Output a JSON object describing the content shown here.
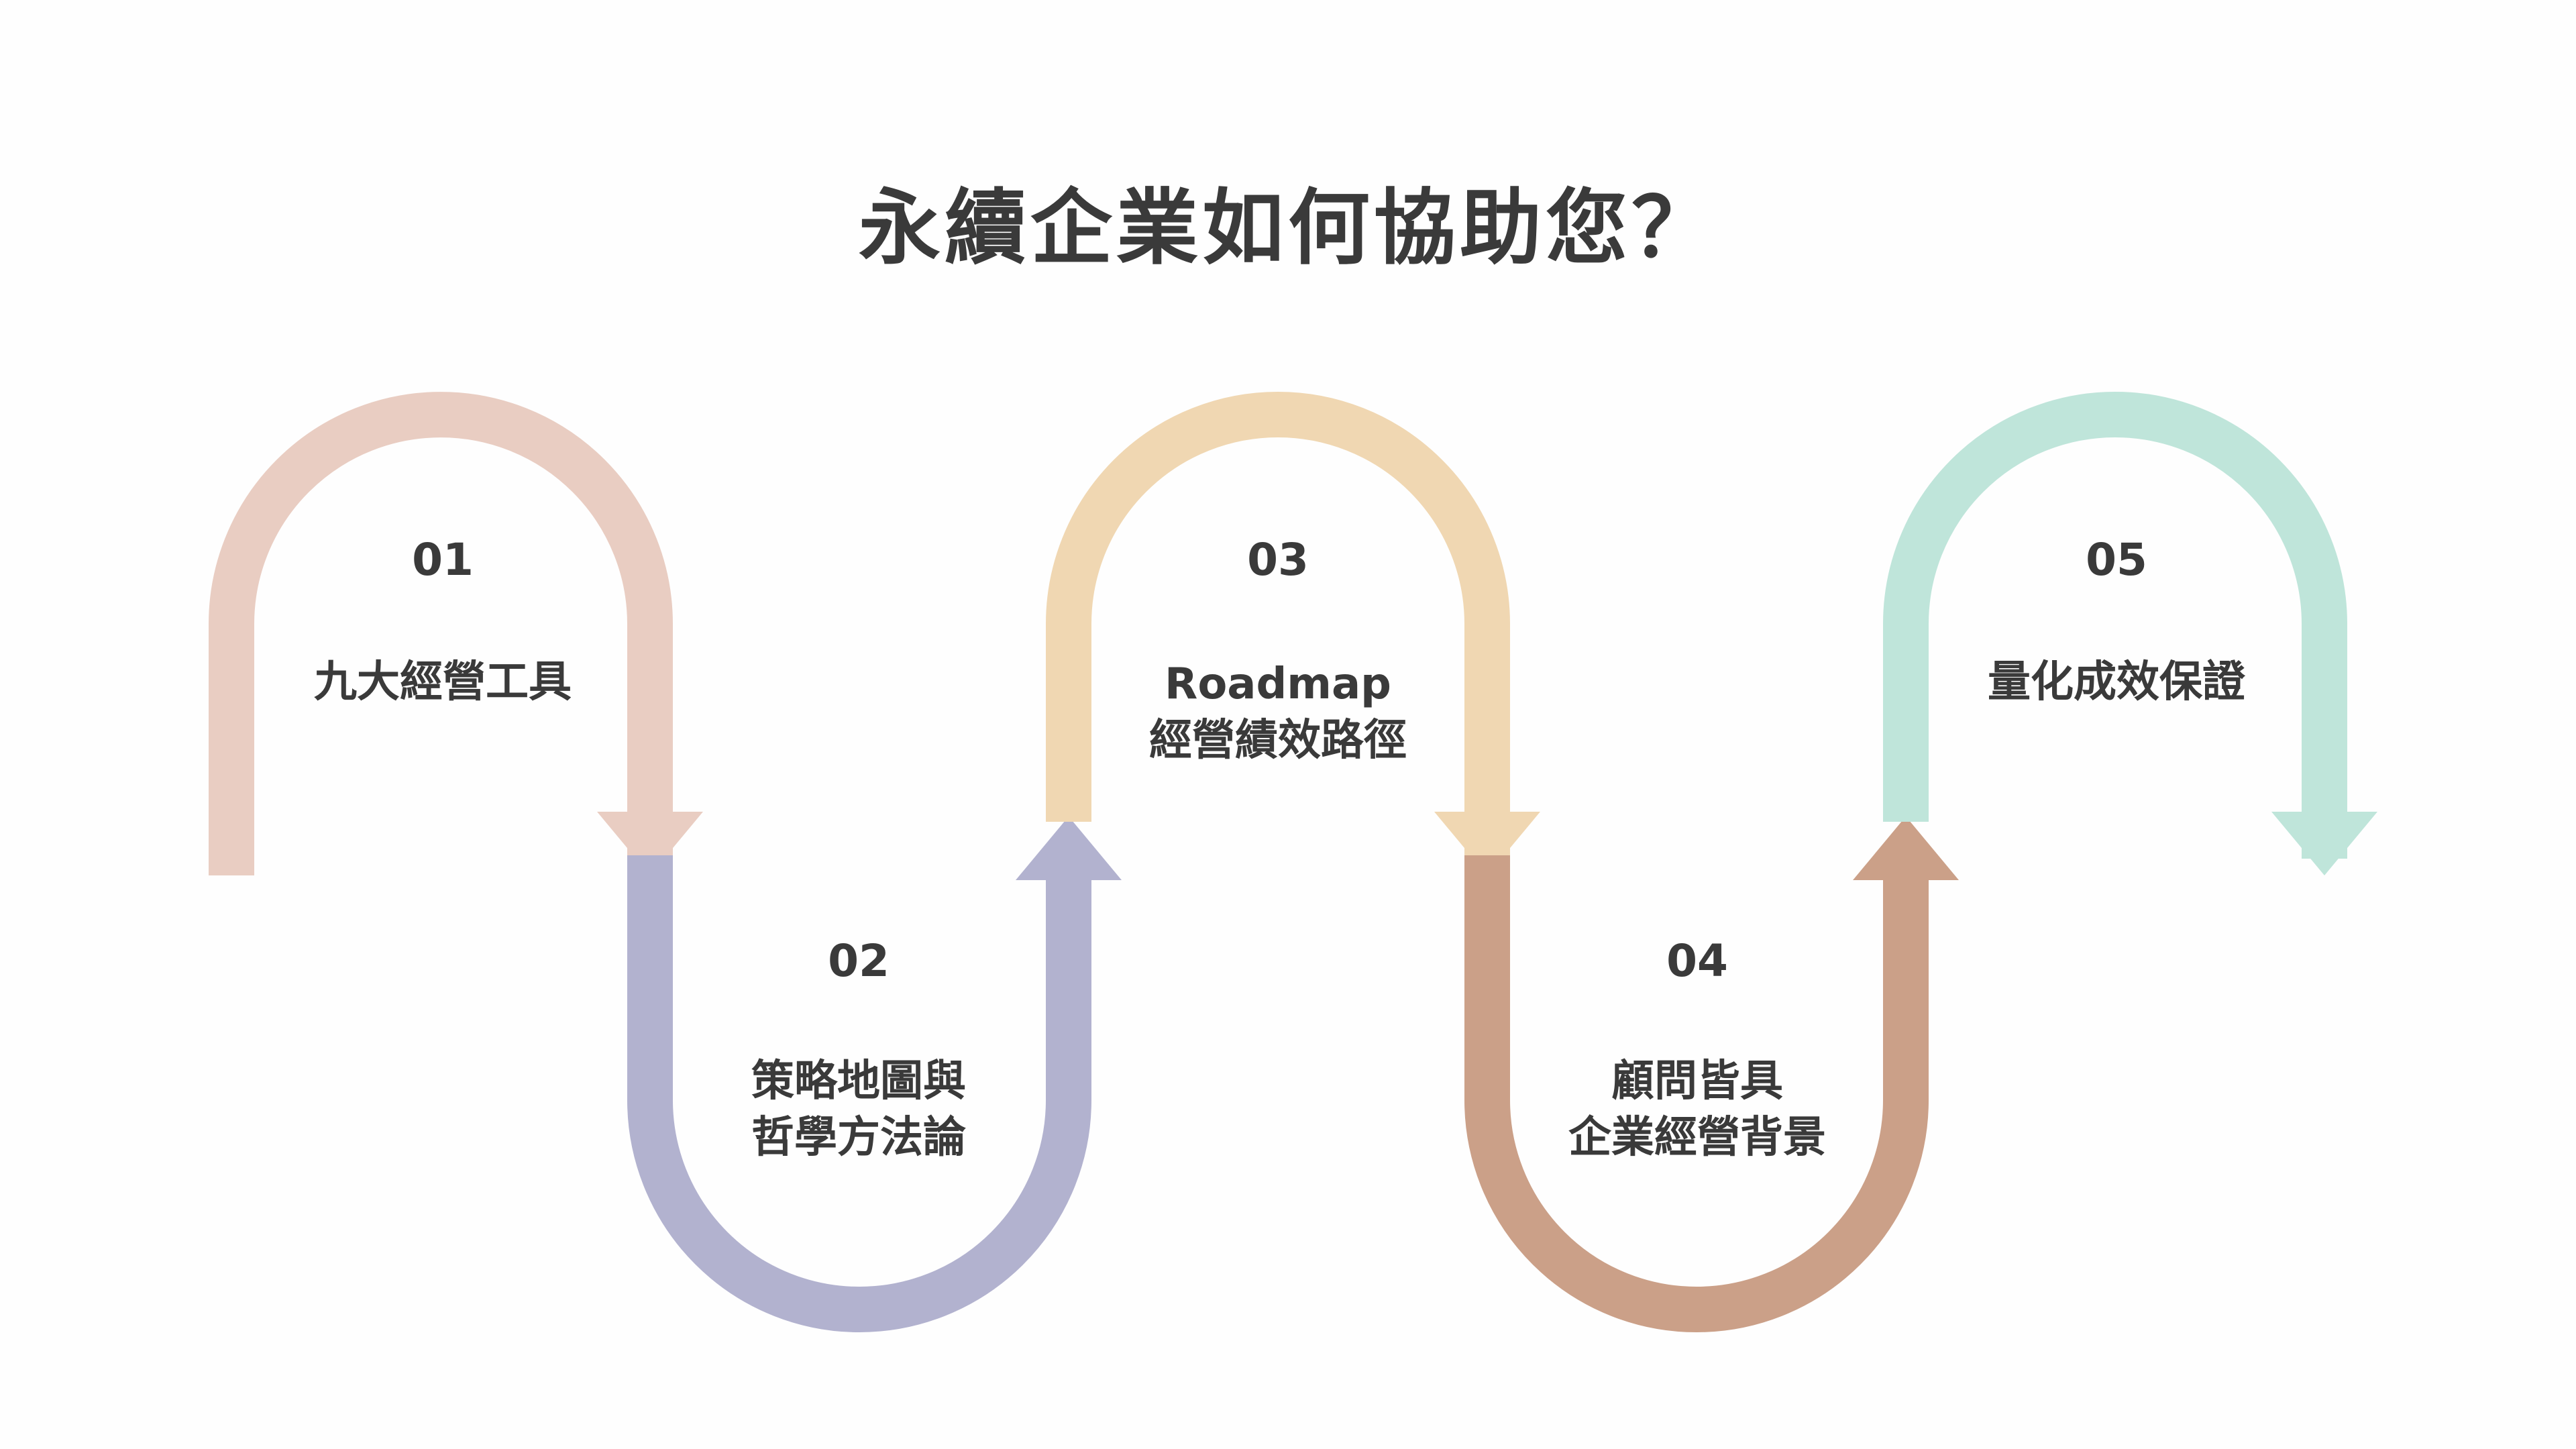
{
  "title": "永續企業如何協助您？",
  "colors": {
    "step1": "#e9cdc2",
    "step2": "#b2b2cf",
    "step3": "#f0d7b2",
    "step4": "#cba088",
    "step5": "#bfe5da",
    "text": "#3a3a3a",
    "background": "#fefefe"
  },
  "steps": [
    {
      "number": "01",
      "label": "九大經營工具"
    },
    {
      "number": "02",
      "label": "策略地圖與\n哲學方法論"
    },
    {
      "number": "03",
      "label": "Roadmap\n經營績效路徑"
    },
    {
      "number": "04",
      "label": "顧問皆具\n企業經營背景"
    },
    {
      "number": "05",
      "label": "量化成效保證"
    }
  ]
}
